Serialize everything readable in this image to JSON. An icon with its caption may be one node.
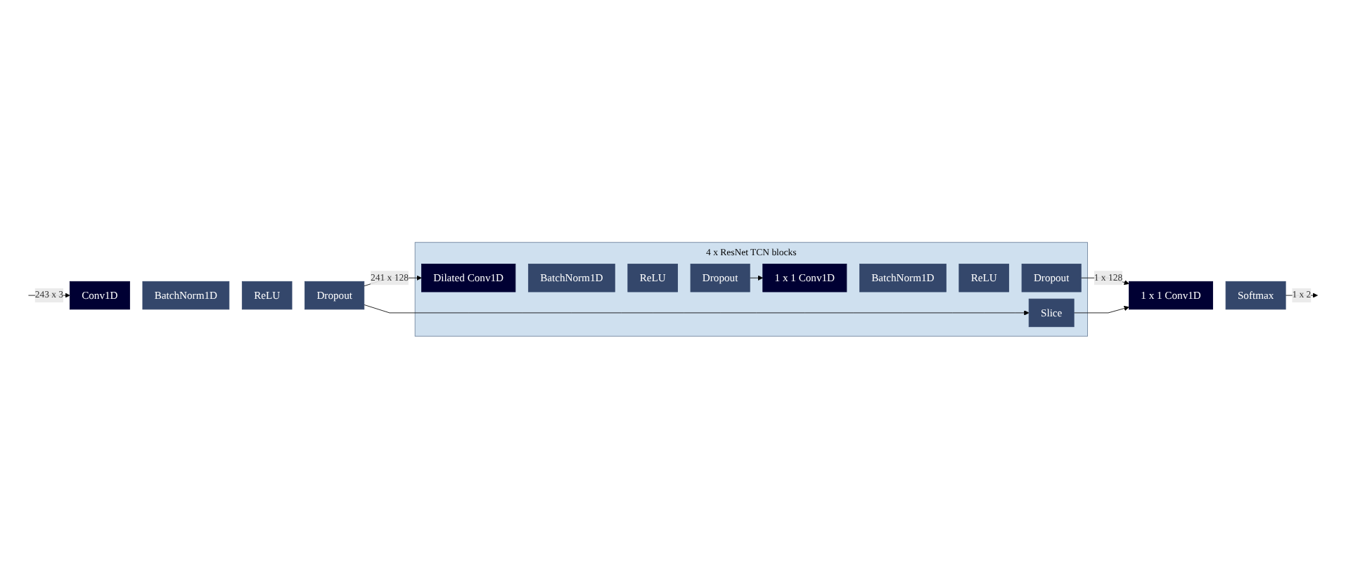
{
  "diagram": {
    "nodes": [
      {
        "text": [
          "Conv1D"
        ]
      },
      {
        "text": [
          "BatchNorm1D"
        ]
      },
      {
        "text": [
          "ReLU"
        ]
      },
      {
        "text": [
          "Dropout"
        ]
      },
      {
        "text": [
          "4 x ResNet TCN blocks"
        ]
      },
      {
        "text": [
          "Dilated Conv1D"
        ],
        "in": 4
      },
      {
        "text": [
          "BatchNorm1D"
        ],
        "in": 4
      },
      {
        "text": [
          "ReLU"
        ],
        "in": 4
      },
      {
        "text": [
          "Dropout"
        ],
        "in": 4
      },
      {
        "text": [
          "1 x 1 Conv1D"
        ],
        "in": 4
      },
      {
        "text": [
          "BatchNorm1D"
        ],
        "in": 4
      },
      {
        "text": [
          "ReLU"
        ],
        "in": 4
      },
      {
        "text": [
          "Dropout"
        ],
        "in": 4
      },
      {
        "text": [
          "Slice"
        ],
        "in": 4
      },
      {
        "text": [
          "1 x 1 Conv1D"
        ]
      },
      {
        "text": [
          "Softmax"
        ]
      }
    ],
    "edges": [
      {
        "from": null,
        "to": 0,
        "arrow": "to",
        "label": "243 x 3"
      },
      {
        "from": 3,
        "to": 5,
        "arrow": "to",
        "label": "241 x 128"
      },
      {
        "from": 3,
        "to": 13,
        "arrow": "to"
      },
      {
        "from": 8,
        "to": 9,
        "arrow": "to"
      },
      {
        "from": 12,
        "to": 14,
        "arrow": "to",
        "label": "1 x 128"
      },
      {
        "from": 13,
        "to": 14,
        "arrow": "to"
      },
      {
        "from": 15,
        "to": null,
        "arrow": "to",
        "label": "1 x 2"
      }
    ]
  }
}
